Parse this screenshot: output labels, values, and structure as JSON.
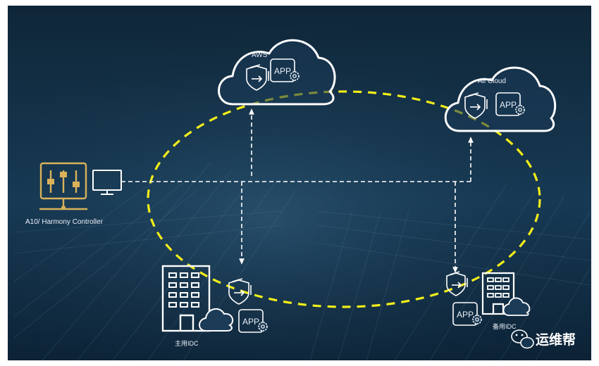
{
  "diagram": {
    "controller_label": "A10/ Harmony Controller",
    "aws_label": "AWS",
    "ali_label": "Ali Cloud",
    "primary_idc_label": "主用IDC",
    "backup_idc_label": "备用IDC",
    "app_label": "APP",
    "watermark_text": "运维帮"
  },
  "colors": {
    "background": "#0f2840",
    "ellipse": "#f2ee1a",
    "controller": "#d9b25a",
    "lines": "#ffffff"
  },
  "icons": [
    "cloud-icon",
    "shield-icon",
    "app-gear-icon",
    "building-icon",
    "monitor-icon",
    "controller-icon",
    "wechat-icon"
  ]
}
